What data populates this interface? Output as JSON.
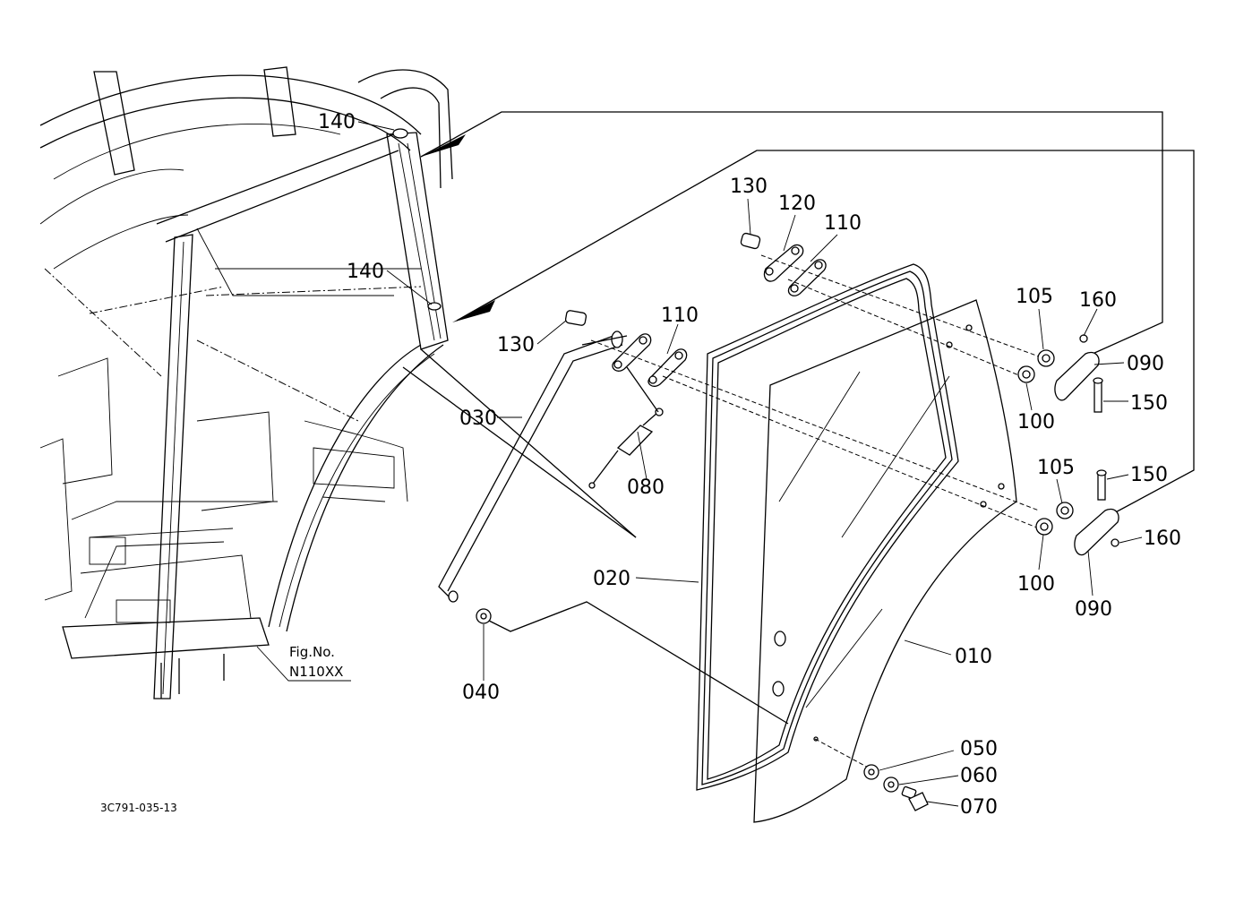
{
  "figure": {
    "fig_label": "Fig.No.",
    "fig_number": "N110XX",
    "drawing_code": "3C791-035-13"
  },
  "callouts": {
    "c140_top": "140",
    "c140_mid": "140",
    "c130_top": "130",
    "c120": "120",
    "c110_top": "110",
    "c130_left": "130",
    "c110_left": "110",
    "c030": "030",
    "c080": "080",
    "c020": "020",
    "c040": "040",
    "c010": "010",
    "c105_top": "105",
    "c160_top": "160",
    "c090_top": "090",
    "c100_top": "100",
    "c150_top": "150",
    "c105_bot": "105",
    "c150_bot": "150",
    "c160_bot": "160",
    "c100_bot": "100",
    "c090_bot": "090",
    "c050": "050",
    "c060": "060",
    "c070": "070"
  }
}
